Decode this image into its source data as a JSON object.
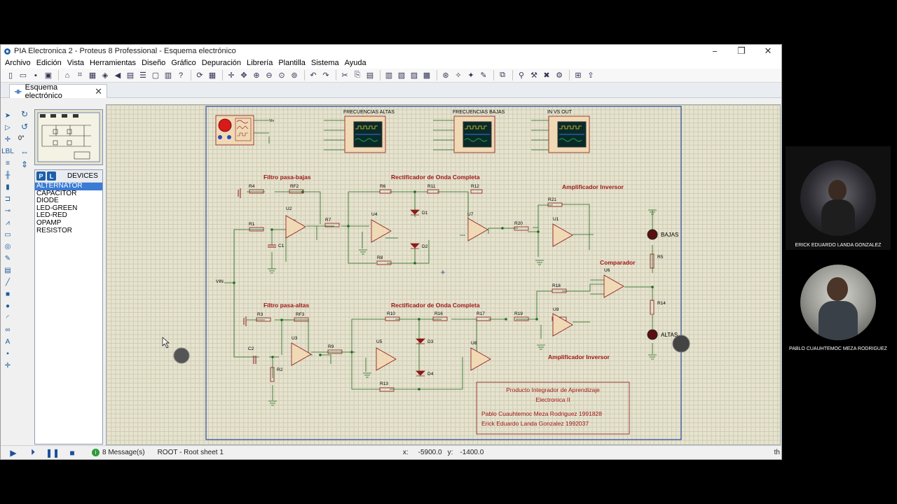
{
  "window": {
    "title": "PIA Electronica 2 - Proteus 8 Professional - Esquema electrónico",
    "minimize": "−",
    "maximize": "❐",
    "close": "✕"
  },
  "menu": [
    "Archivo",
    "Edición",
    "Vista",
    "Herramientas",
    "Diseño",
    "Gráfico",
    "Depuración",
    "Librería",
    "Plantilla",
    "Sistema",
    "Ayuda"
  ],
  "tab": {
    "label": "Esquema electrónico",
    "close": "✕"
  },
  "rotation": {
    "angle": "0°"
  },
  "devices": {
    "p_label": "P",
    "l_label": "L",
    "header": "DEVICES",
    "items": [
      "ALTERNATOR",
      "CAPACITOR",
      "DIODE",
      "LED-GREEN",
      "LED-RED",
      "OPAMP",
      "RESISTOR"
    ],
    "selected": "ALTERNATOR"
  },
  "schematic": {
    "scopes": [
      "FRECUENCIAS ALTAS",
      "FRECUENCIAS BAJAS",
      "IN VS OUT"
    ],
    "section_titles": {
      "low_filter": "Filtro pasa-bajas",
      "rect_top": "Rectificador de Onda Completa",
      "inv_top": "Amplificador Inversor",
      "comparator": "Comparador",
      "high_filter": "Filtro pasa-altas",
      "rect_bottom": "Rectificador de Onda Completa",
      "inv_bottom": "Amplificador Inversor"
    },
    "leds": {
      "low": "BAJAS",
      "high": "ALTAS"
    },
    "info_box": {
      "line1": "Producto Integrador de Aprendizaje",
      "line2": "Electronica II",
      "line3": "Pablo Cuauhtemoc Meza Rodriguez 1991828",
      "line4": "Erick Eduardo Landa Gonzalez 1992037"
    }
  },
  "status": {
    "messages": "8 Message(s)",
    "sheet": "ROOT - Root sheet 1",
    "x_label": "x:",
    "x_value": "-5900.0",
    "y_label": "y:",
    "y_value": "-1400.0",
    "units": "th"
  },
  "webcams": [
    {
      "name": "ERICK EDUARDO LANDA GONZALEZ"
    },
    {
      "name": "PABLO CUAUHTEMOC MEZA RODRIGUEZ"
    }
  ],
  "colors": {
    "wire": "#1f6a1f",
    "component": "#8b1a1a",
    "title_text": "#a01818",
    "border": "#2e4aa0",
    "accent": "#3a7bd5"
  }
}
